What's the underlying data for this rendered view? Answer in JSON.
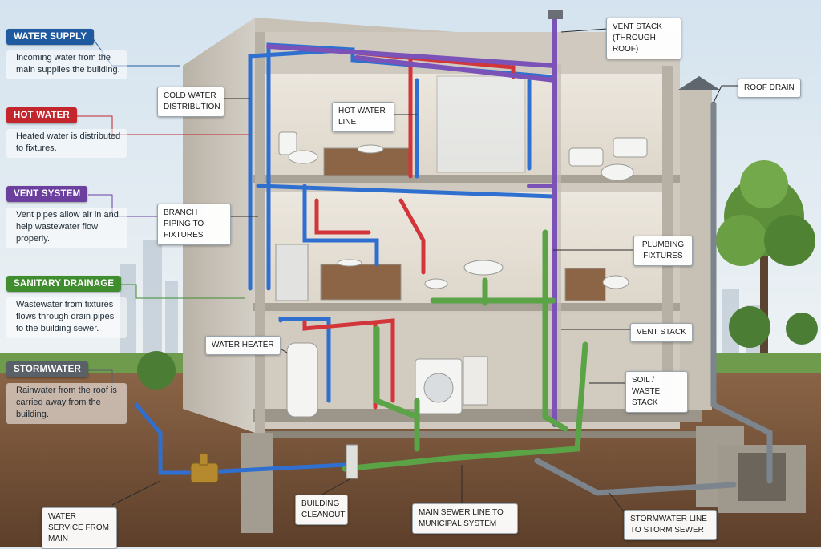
{
  "legend": [
    {
      "title": "WATER SUPPLY",
      "desc": "Incoming water from the main supplies the building.",
      "color": "#1f5aa0"
    },
    {
      "title": "HOT WATER",
      "desc": "Heated water is distributed to fixtures.",
      "color": "#c4262d"
    },
    {
      "title": "VENT SYSTEM",
      "desc": "Vent pipes allow air in and help wastewater flow properly.",
      "color": "#6a3f9e"
    },
    {
      "title": "SANITARY DRAINAGE",
      "desc": "Wastewater from fixtures flows through drain pipes to the building sewer.",
      "color": "#3f8d2f"
    },
    {
      "title": "STORMWATER",
      "desc": "Rainwater from the roof is carried away from the building.",
      "color": "#5a6068"
    }
  ],
  "callouts": {
    "cold_water_distribution": "COLD WATER DISTRIBUTION",
    "hot_water_line": "HOT WATER LINE",
    "vent_stack_roof": "VENT STACK (THROUGH ROOF)",
    "roof_drain": "ROOF DRAIN",
    "branch_piping": "BRANCH PIPING TO FIXTURES",
    "plumbing_fixtures": "PLUMBING FIXTURES",
    "vent_stack": "VENT STACK",
    "water_heater": "WATER HEATER",
    "soil_waste_stack": "SOIL / WASTE STACK",
    "water_service": "WATER SERVICE FROM MAIN",
    "building_cleanout": "BUILDING CLEANOUT",
    "main_sewer": "MAIN SEWER LINE TO MUNICIPAL SYSTEM",
    "stormwater_line": "STORMWATER LINE TO STORM SEWER"
  },
  "colors": {
    "cold": "#2f6fd0",
    "hot": "#d2353a",
    "vent": "#7b52b8",
    "drain": "#5aa346",
    "storm": "#7c858e"
  }
}
